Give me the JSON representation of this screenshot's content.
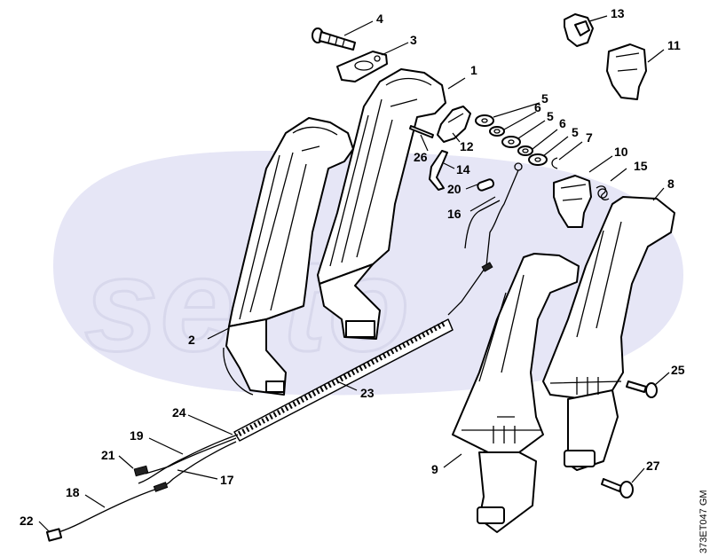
{
  "watermark": {
    "text": "sefto"
  },
  "drawing_code": "373ET047 GM",
  "callouts": [
    {
      "id": "c1",
      "label": "1"
    },
    {
      "id": "c2",
      "label": "2"
    },
    {
      "id": "c3",
      "label": "3"
    },
    {
      "id": "c4",
      "label": "4"
    },
    {
      "id": "c5a",
      "label": "5"
    },
    {
      "id": "c5b",
      "label": "5"
    },
    {
      "id": "c5c",
      "label": "5"
    },
    {
      "id": "c6a",
      "label": "6"
    },
    {
      "id": "c6b",
      "label": "6"
    },
    {
      "id": "c7",
      "label": "7"
    },
    {
      "id": "c8",
      "label": "8"
    },
    {
      "id": "c9",
      "label": "9"
    },
    {
      "id": "c10",
      "label": "10"
    },
    {
      "id": "c11",
      "label": "11"
    },
    {
      "id": "c12",
      "label": "12"
    },
    {
      "id": "c13",
      "label": "13"
    },
    {
      "id": "c14",
      "label": "14"
    },
    {
      "id": "c15",
      "label": "15"
    },
    {
      "id": "c16",
      "label": "16"
    },
    {
      "id": "c17",
      "label": "17"
    },
    {
      "id": "c18",
      "label": "18"
    },
    {
      "id": "c19",
      "label": "19"
    },
    {
      "id": "c20",
      "label": "20"
    },
    {
      "id": "c21",
      "label": "21"
    },
    {
      "id": "c22",
      "label": "22"
    },
    {
      "id": "c23",
      "label": "23"
    },
    {
      "id": "c24",
      "label": "24"
    },
    {
      "id": "c25",
      "label": "25"
    },
    {
      "id": "c26",
      "label": "26"
    },
    {
      "id": "c27",
      "label": "27"
    }
  ]
}
